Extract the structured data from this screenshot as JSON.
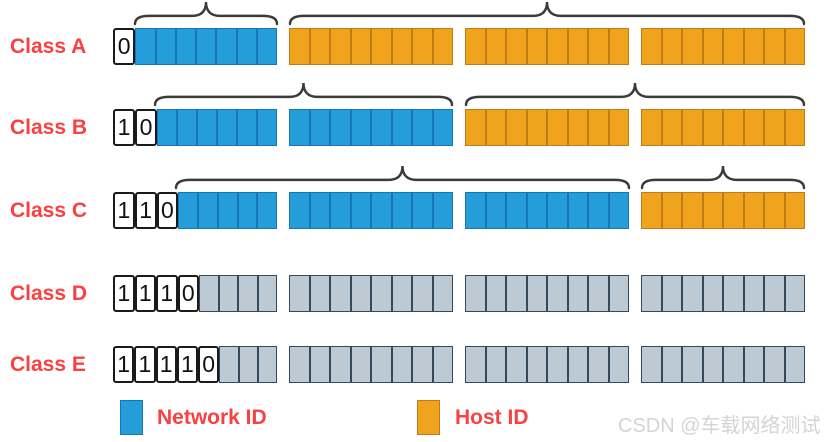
{
  "diagram": {
    "bits_total": 32,
    "octet_size": 8,
    "octets_per_row": 4,
    "rows": [
      {
        "label": "Class A",
        "prefix_bits": [
          "0"
        ],
        "network_end_bit": 8,
        "reserved": false,
        "has_braces": true
      },
      {
        "label": "Class B",
        "prefix_bits": [
          "1",
          "0"
        ],
        "network_end_bit": 16,
        "reserved": false,
        "has_braces": true
      },
      {
        "label": "Class C",
        "prefix_bits": [
          "1",
          "1",
          "0"
        ],
        "network_end_bit": 24,
        "reserved": false,
        "has_braces": true
      },
      {
        "label": "Class D",
        "prefix_bits": [
          "1",
          "1",
          "1",
          "0"
        ],
        "reserved": true,
        "has_braces": false
      },
      {
        "label": "Class E",
        "prefix_bits": [
          "1",
          "1",
          "1",
          "1",
          "0"
        ],
        "reserved": true,
        "has_braces": false
      }
    ]
  },
  "legend": {
    "items": [
      {
        "label": "Network ID",
        "swatch": "network"
      },
      {
        "label": "Host ID",
        "swatch": "host"
      }
    ]
  },
  "watermark": {
    "text": "CSDN @车载网络测试"
  },
  "colors": {
    "network_fill": "#269DDB",
    "network_border": "#1478B8",
    "host_fill": "#F0A41E",
    "host_border": "#BE7D16",
    "reserved_fill": "#BDC9D3",
    "reserved_border": "#35495C",
    "prefix_fill": "#FFFFFF",
    "prefix_border": "#1A1A1A",
    "label_text": "#FA4141",
    "brace": "#3B3B3B",
    "watermark_text": "#D4D4D4"
  }
}
